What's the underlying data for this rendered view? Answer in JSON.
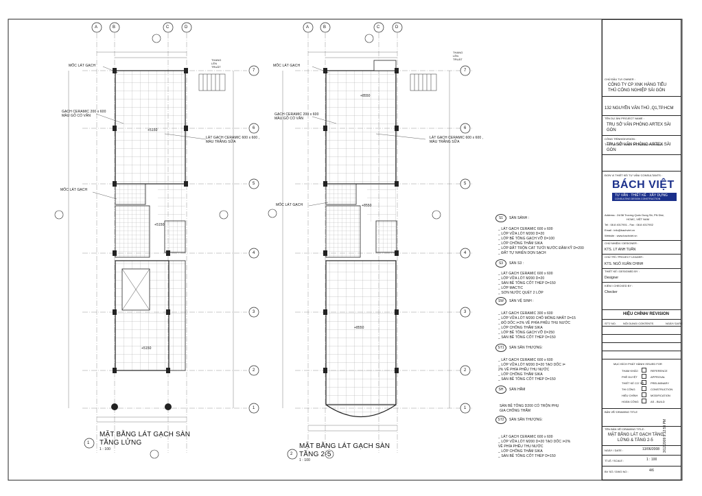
{
  "grid_top": [
    "A",
    "B",
    "C",
    "D"
  ],
  "grid_side": [
    "7",
    "6",
    "5",
    "4",
    "3",
    "2",
    "1"
  ],
  "plan1": {
    "title": "MẶT BẰNG LÁT GẠCH SÀN",
    "subtitle": "TẦNG LỬNG",
    "scale": "1 : 100",
    "number": "1",
    "labels": {
      "moc_top": "MỐC LÁT GẠCH",
      "moc_mid": "MỐC LÁT GẠCH",
      "gach200": "GẠCH CERAMIC 200 x 600",
      "gach200b": "MÀU GỖ CÓ VÂN",
      "gach600": "LÁT GẠCH CERAMIC 600 x 600 ,",
      "gach600b": "MÀU TRẮNG SỮA",
      "stair": "THANG LÊN TRUẢT",
      "lvl1": "+5150",
      "lvl2": "+5150",
      "lvl3": "+5150"
    }
  },
  "plan2": {
    "title": "MẶT BẰNG LÁT GẠCH SÀN",
    "subtitle": "TẦNG 2-5",
    "scale": "1 : 100",
    "number": "2",
    "labels": {
      "moc_top": "MỐC LÁT GẠCH",
      "moc_mid": "MỐC LÁT GẠCH",
      "gach200": "GẠCH CERAMIC 200 x 600",
      "gach200b": "MÀU GỖ CÓ VÂN",
      "gach600": "LÁT GẠCH CERAMIC 600 x 600 ,",
      "gach600b": "MÀU TRẮNG SỮA",
      "stair": "THANG LÊN TRUẢT",
      "lvl1": "+8550",
      "lvl2": "+8550",
      "lvl3": "+8550"
    }
  },
  "legend": [
    {
      "code": "S1",
      "title": "SÀN SẢNH :",
      "lines": [
        "_ LÁT GẠCH CERAMIC 600 x 600",
        "_ LỚP VỮA LÓT M200 D=20",
        "_ LỚP BÊ TÔNG GẠCH VỠ D=100",
        "_ LỚP CHỐNG THẤM SIKA",
        "_ LỚP ĐẤT TRỘN CÁT TƯỚI NƯỚC ĐẦM KỸ D=200",
        "_ ĐẤT TỰ NHIÊN DỌN SẠCH"
      ]
    },
    {
      "code": "S3",
      "title": "SÀN S3 :",
      "lines": [
        "_ LÁT GẠCH CERAMIC 600 x 600",
        "_ LỚP VỮA LÓT M200 D=20",
        "_ SÀN BÊ TÔNG CỐT THÉP D=150",
        "_ LỚP MACTIC",
        "_ SƠN NƯỚC QUÉT 2 LỚP"
      ]
    },
    {
      "code": "SW",
      "title": "SÀN VỆ SINH :",
      "lines": [
        "_ LÁT GẠCH CERAMIC 300 x 600",
        "_ LỚP VỮA LÓT M200 CHỖ MỎNG NHẤT D=15",
        "_ ĐỘ DỐC i=2% VỀ PHÍA PHỄU THU NƯỚC",
        "_ LỚP CHỐNG THẤM SIKA",
        "_ LỚP BÊ TÔNG GẠCH VỠ D=250",
        "_ SÀN BÊ TÔNG CỐT THÉP D=150"
      ]
    },
    {
      "code": "ST1",
      "title": "SÀN SÂN THƯỢNG:",
      "lines": [
        "_ LÁT GẠCH CERAMIC 600 x 600",
        "_ LỚP VỮA LÓT M200 D=20 TẠO DỐC i=",
        "2% VỀ PHÍA PHỄU THU NƯỚC",
        "_ LỚP CHỐNG THẤM SIKA",
        "_ SÀN BÊ TÔNG CỐT THÉP D=150"
      ]
    },
    {
      "code": "SH",
      "title": "SÀN HẦM",
      "lines": [
        "SÀN BÊ TÔNG D200 CÓ TRỘN PHỤ",
        "GIA CHỐNG THẤM"
      ]
    },
    {
      "code": "ST2",
      "title": "SÀN SÂN THƯỢNG:",
      "lines": [
        "_ LÁT GẠCH CERAMIC 600 x 600",
        "_ LỚP VỮA LÓT M200 D=20 TẠO DỐC i=2%",
        "VỀ PHÍA PHỄU THU NƯỚC",
        "_ LỚP CHỐNG THẤM SIKA",
        "_ SÀN BÊ TÔNG CỐT THÉP D=150"
      ]
    }
  ],
  "title_block": {
    "owner_label": "CHỦ ĐẦU TƯ/ OWNER :",
    "owner_1": "CÔNG TY CP XNK HÀNG TIỂU",
    "owner_2": "THỦ CÔNG NGHIỆP SÀI GÒN",
    "address": "132 NGUYỄN VĂN THỦ ,Q1,TP.HCM",
    "project_label": "TÊN DỰ ÁN/ PROJECT NAME :",
    "project_1": "TRỤ SỞ VĂN PHÒNG ARTEX SÀI",
    "project_2": "GÒN",
    "division_label": "CÔNG TRÌNH/DIVISION :",
    "division_1": "TRỤ SỞ VĂN PHÒNG ARTEX SÀI",
    "division_2": "GÒN",
    "planning_label": "THIẾT KẾ KỸ THUẬT/ TECHNICAL PLANNING :",
    "consultant_label": "ĐƠN VỊ THIẾT KẾ/ TƯ VẤN/ CONSULTANTS :",
    "logo_text": "BÁCH VIỆT",
    "logo_sub": "TƯ VẤN · THIẾT KẾ · XÂY DỰNG",
    "logo_sub2": "CONSULTING DESIGN CONSTRUCTION",
    "addr_1": "Address : 24/38  Trương Quốc Dung Str, PN Dist,",
    "addr_2": "HCMC, VIỆT NAM",
    "tel": "Tel : 08.8 4017901 - Fax : 08.8 4017902",
    "email": "Email : info@bachviet.vn",
    "website": "Website : www.bachviet.vn",
    "sign_1_label": "CHỦ NHIỆM / DESIGNER :",
    "sign_1_val": "KTS. LÝ ANH TUẤN",
    "sign_2_label": "CHỦ TRÌ / PROJECT LEADER :",
    "sign_2_val": "KTS. NGÔ XUÂN CHINH",
    "sign_3_label": "THIẾT KẾ / DESIGNED BY :",
    "sign_3_val": "Designer",
    "sign_4_label": "KIỂM / CHECKED BY :",
    "sign_4_val": "Checker",
    "revision_title": "HIỆU CHỈNH/ REVISION",
    "rev_cols": [
      "STT/ NO.",
      "NỘI DUNG/ CONTENTS",
      "NGÀY/ DATE"
    ],
    "issue_title": "MỤC ĐÍCH PHÁT HÀNH/ ISSUED FOR",
    "issue_rows": [
      [
        "THAM KHẢO",
        "REFERENCE"
      ],
      [
        "PHÊ DUYỆT",
        "APPROVAL"
      ],
      [
        "THIẾT KẾ CƠ SỞ",
        "PRELIMINARY"
      ],
      [
        "THI CÔNG",
        "CONSTRUCTION"
      ],
      [
        "HIỆU CHỈNH",
        "MODIFICATION"
      ],
      [
        "HOÀN CÔNG",
        "AS - BUILD"
      ]
    ],
    "sheet_name_label": "BẢN VẼ/ DRAWING TITLE",
    "drawing_label": "TÊN BẢN VẼ/ DRAWING TITLE :",
    "drawing_1": "MẶT BẰNG LÁT GẠCH TẦNG",
    "drawing_2": "LỬNG & TẦNG 2-5",
    "date_label": "NGÀY / DATE :",
    "date_val": "13/06/2008",
    "scale_label": "TỈ LỆ / SCALE :",
    "scale_val": "1 : 100",
    "no_label": "BV SỐ / DWG NO :",
    "no_val": "4/6",
    "side_stamp": "3/12/2009 9:12:59 PM"
  }
}
